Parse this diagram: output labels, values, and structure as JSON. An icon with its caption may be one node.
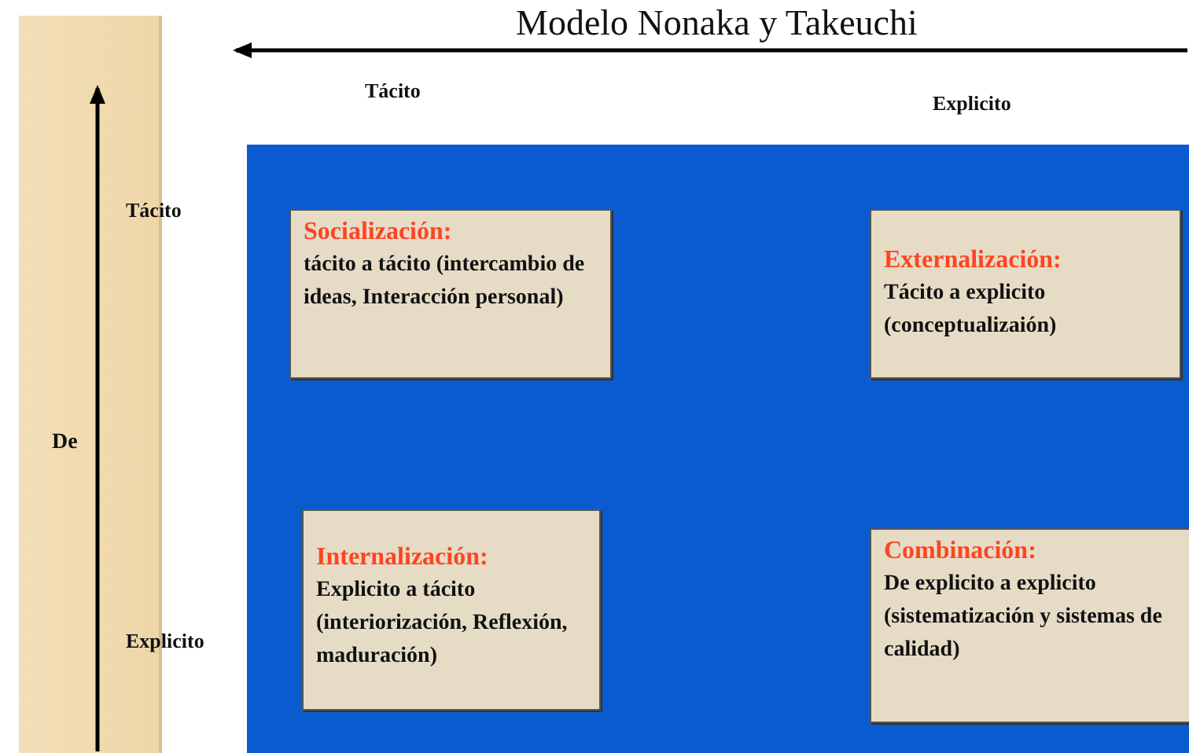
{
  "diagram": {
    "title": "Modelo Nonaka y Takeuchi",
    "nodes": [
      {
        "text": [
          "De"
        ]
      },
      {
        "text": [],
        "shape": "box"
      },
      {
        "text": [
          "Socialización:",
          "tácito a tácito (intercambio de ideas, Interacción personal)"
        ],
        "in": 1
      },
      {
        "text": [
          "Externalización:",
          "Tácito a explicito (conceptualizaión)"
        ],
        "in": 1
      },
      {
        "text": [
          "Internalización:",
          "Explicito a tácito (interiorización, Reflexión, maduración)"
        ],
        "in": 1
      },
      {
        "text": [
          "Combinación:",
          "De explicito a explicito (sistematización y sistemas de calidad)"
        ],
        "in": 1
      }
    ],
    "edges": [],
    "labels": [
      "Tácito",
      "Explicito",
      "Tácito",
      "Explicito"
    ]
  }
}
